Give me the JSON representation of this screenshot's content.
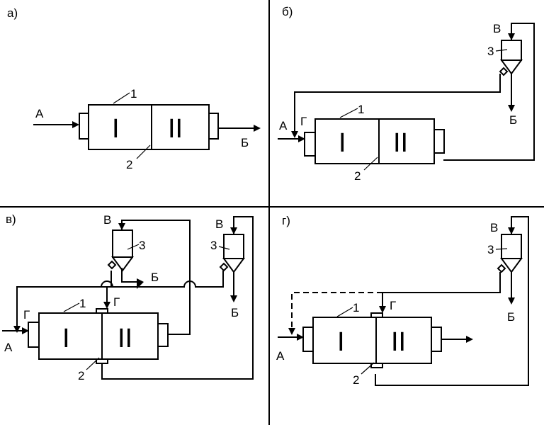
{
  "panels": {
    "a": {
      "label": "а)",
      "stage1": "I",
      "stage2": "II",
      "input": "А",
      "output": "Б",
      "num1": "1",
      "num2": "2"
    },
    "b": {
      "label": "б)",
      "stage1": "I",
      "stage2": "II",
      "input": "А",
      "recycle": "Г",
      "output": "Б",
      "gas": "В",
      "num1": "1",
      "num2": "2",
      "num3": "3"
    },
    "v": {
      "label": "в)",
      "stage1": "I",
      "stage2": "II",
      "input": "А",
      "recycle1": "Г",
      "recycle2": "Г",
      "output1": "Б",
      "output2": "Б",
      "gas1": "В",
      "gas2": "В",
      "num1": "1",
      "num2": "2",
      "num3a": "3",
      "num3b": "3"
    },
    "g": {
      "label": "г)",
      "stage1": "I",
      "stage2": "II",
      "input": "А",
      "recycle": "Г",
      "output": "Б",
      "gas": "В",
      "num1": "1",
      "num2": "2",
      "num3": "3"
    }
  }
}
